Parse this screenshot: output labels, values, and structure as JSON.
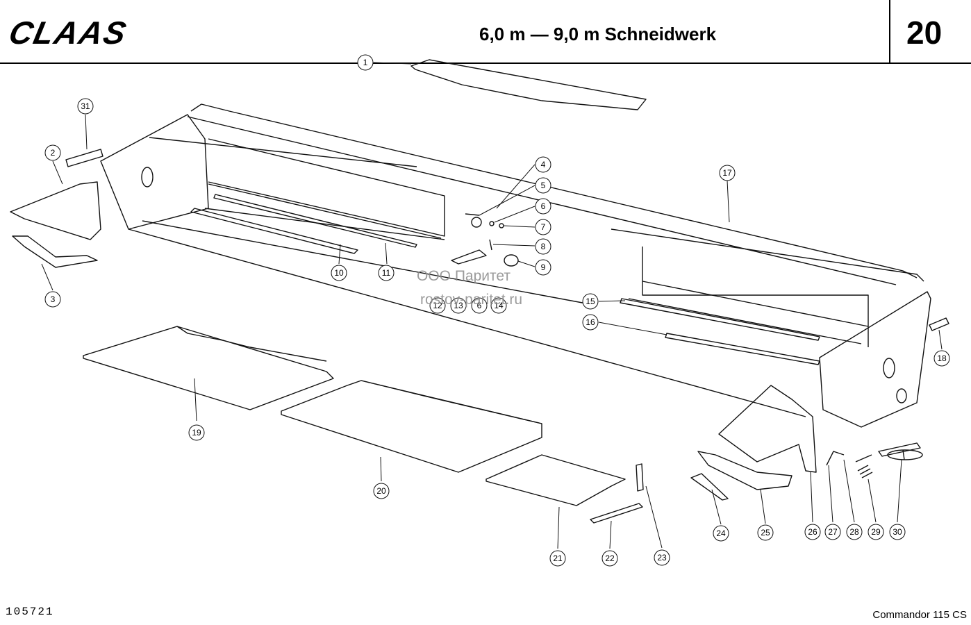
{
  "header": {
    "logo_text": "CLAAS",
    "title": "6,0 m — 9,0 m Schneidwerk",
    "page_number": "20"
  },
  "footer": {
    "document_number": "105721",
    "model": "Commandor 115 CS"
  },
  "watermark": {
    "line1": "ООО Паритет",
    "line2": "rostov-paritet.ru"
  },
  "callouts": [
    "1",
    "2",
    "3",
    "4",
    "5",
    "6",
    "7",
    "8",
    "9",
    "10",
    "11",
    "15",
    "16",
    "17",
    "18",
    "19",
    "20",
    "21",
    "22",
    "23",
    "24",
    "25",
    "26",
    "27",
    "28",
    "29",
    "30",
    "31",
    "12",
    "13",
    "6",
    "14"
  ]
}
